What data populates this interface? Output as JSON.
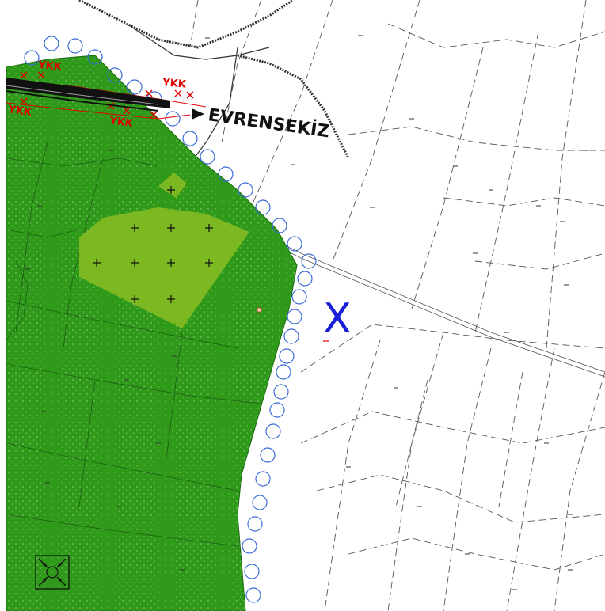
{
  "map": {
    "place_label": "EVRENSEKİZ",
    "road_code_label": "YKK",
    "road_code_label_count": 4,
    "blue_symbol": "X",
    "colors": {
      "forest": "#2f9a1a",
      "forest_border": "#1b6b10",
      "meadow": "#7cb822",
      "road_code": "#e00000",
      "boundary_circles": "#3a6bd6",
      "blue_symbol": "#1a1fd8",
      "parcel_lines": "#555555",
      "stream_lines": "#333333"
    },
    "icons": {
      "meadow_symbol": "plus-symbol",
      "compass": "compass-icon",
      "arrow": "direction-arrow-icon"
    }
  }
}
